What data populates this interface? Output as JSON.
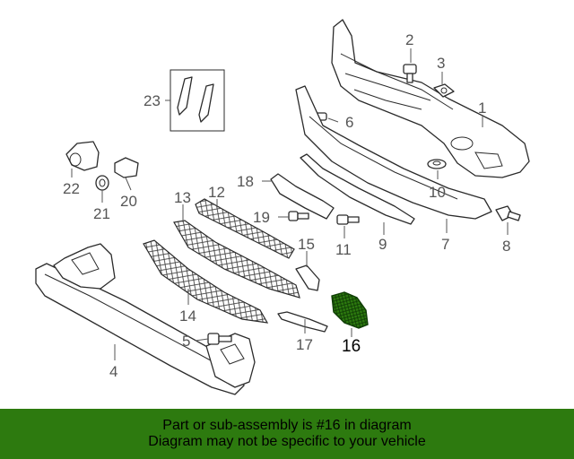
{
  "diagram": {
    "highlight_color": "#2d7a0f",
    "callouts": [
      "1",
      "2",
      "3",
      "4",
      "5",
      "6",
      "7",
      "8",
      "9",
      "10",
      "11",
      "12",
      "13",
      "14",
      "15",
      "16",
      "17",
      "18",
      "19",
      "20",
      "21",
      "22",
      "23"
    ],
    "highlighted_part": "16"
  },
  "banner": {
    "background": "#2d7a0f",
    "line1": "Part or sub-assembly is #16 in diagram",
    "line2": "Diagram may not be specific to your vehicle"
  }
}
